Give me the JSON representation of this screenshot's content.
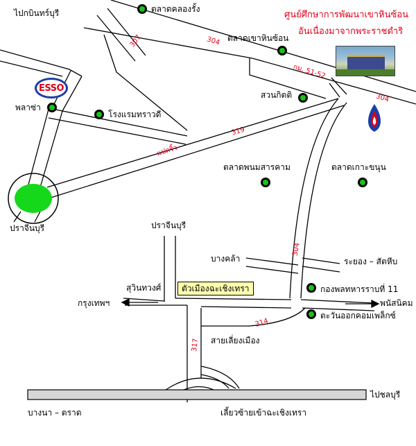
{
  "title": {
    "line1": "ศูนย์ศึกษาการพัฒนาเขาหินซ้อน",
    "line2": "อันเนื่องมาจากพระราชดำริ"
  },
  "places": {
    "pai_kabin_buri": "ไปกบินทร์บุรี",
    "talat_khlong_rang": "ตลาดคลองรั้ง",
    "talat_khao_hin_son": "ตลาดเขาหินซ้อน",
    "plaza": "พลาซ่า",
    "suan_kitti": "สวนกิตติ",
    "rongraem_tharawadee": "โรงแรมทราวดี",
    "talat_phanom_sarakham": "ตลาดพนมสารคาม",
    "talat_ko_khanun": "ตลาดเกาะขนุน",
    "prachinburi_left": "ปราจีนบุรี",
    "prachinburi_mid": "ปราจีนบุรี",
    "bang_khla": "บางคล้า",
    "rayong_sattahip": "ระยอง – สัตหีบ",
    "suwinthawong": "สุวินทวงศ์",
    "krungthep": "กรุงเทพฯ",
    "phanat_nikhom": "พนัสนิคม",
    "army_camp": "กองพลทหารราบที่ 11",
    "tawan_ok_complex": "ตะวันออกคอมเพล็กซ์",
    "sai_liang_mueang": "สายเลี่ยงเมือง",
    "pai_chonburi": "ไปชลบุรี",
    "bangna_trat": "บางนา – ตราด",
    "turn_left": "เลี้ยวซ้ายเข้าฉะเชิงเทรา",
    "city_box": "ตัวเมืองฉะเชิงเทรา"
  },
  "roads": {
    "r307": "307",
    "r304_top": "304",
    "km": "กม. 51-52",
    "r304_right": "304",
    "r319": "319",
    "paet_rio": "แปดริ้ว",
    "r304_vert": "304",
    "r314": "314",
    "r317": "317"
  },
  "logos": {
    "esso": "ESSO",
    "ptt": "PTT"
  },
  "colors": {
    "road": "#000000",
    "fill": "#ffffff",
    "marker": "#16c616",
    "road_label": "#e0001a",
    "box": "#ffffb0",
    "esso_blue": "#1b3fa6",
    "ptt_blue": "#1b3fa6"
  }
}
